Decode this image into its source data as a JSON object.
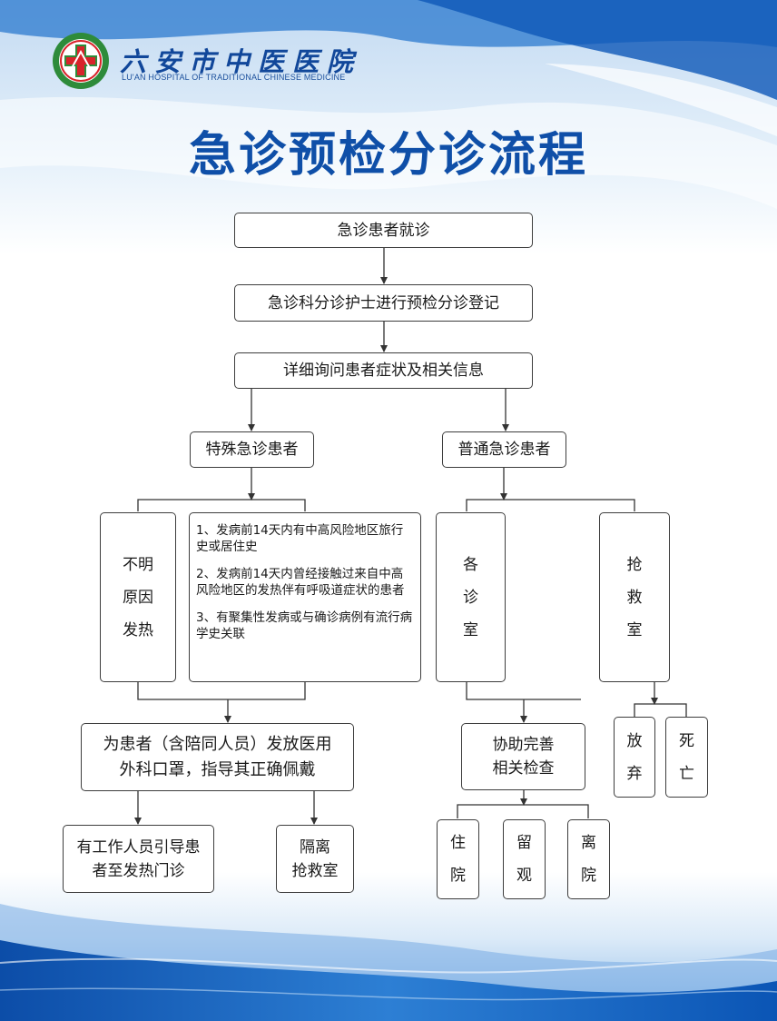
{
  "header": {
    "hospital_name_cn": "六安市中医医院",
    "hospital_name_en": "LU'AN HOSPITAL OF TRADITIONAL CHINESE MEDICINE",
    "logo_icon": "hospital-cross-seal-icon"
  },
  "title": "急诊预检分诊流程",
  "flow": {
    "start": "急诊患者就诊",
    "register": "急诊科分诊护士进行预检分诊登记",
    "inquiry": "详细询问患者症状及相关信息",
    "special": "特殊急诊患者",
    "normal": "普通急诊患者",
    "fever": "不明\n原因\n发热",
    "criteria": [
      "1、发病前14天内有中高风险地区旅行史或居住史",
      "2、发病前14天内曾经接触过来自中高风险地区的发热伴有呼吸道症状的患者",
      "3、有聚集性发病或与确诊病例有流行病学史关联"
    ],
    "mask": "为患者（含陪同人员）发放医用外科口罩，指导其正确佩戴",
    "guide": "有工作人员引导患者至发热门诊",
    "isolation": "隔离\n抢救室",
    "clinic": "各\n诊\n室",
    "rescue": "抢\n救\n室",
    "assist": "协助完善\n相关检查",
    "giveup": "放\n弃",
    "death": "死\n亡",
    "admit": "住\n院",
    "observe": "留\n观",
    "leave": "离\n院"
  },
  "colors": {
    "title_blue": "#0f4fa8",
    "brand_blue": "#11479a",
    "logo_green": "#2e8b3a",
    "logo_red": "#d8232a",
    "line": "#333333"
  }
}
